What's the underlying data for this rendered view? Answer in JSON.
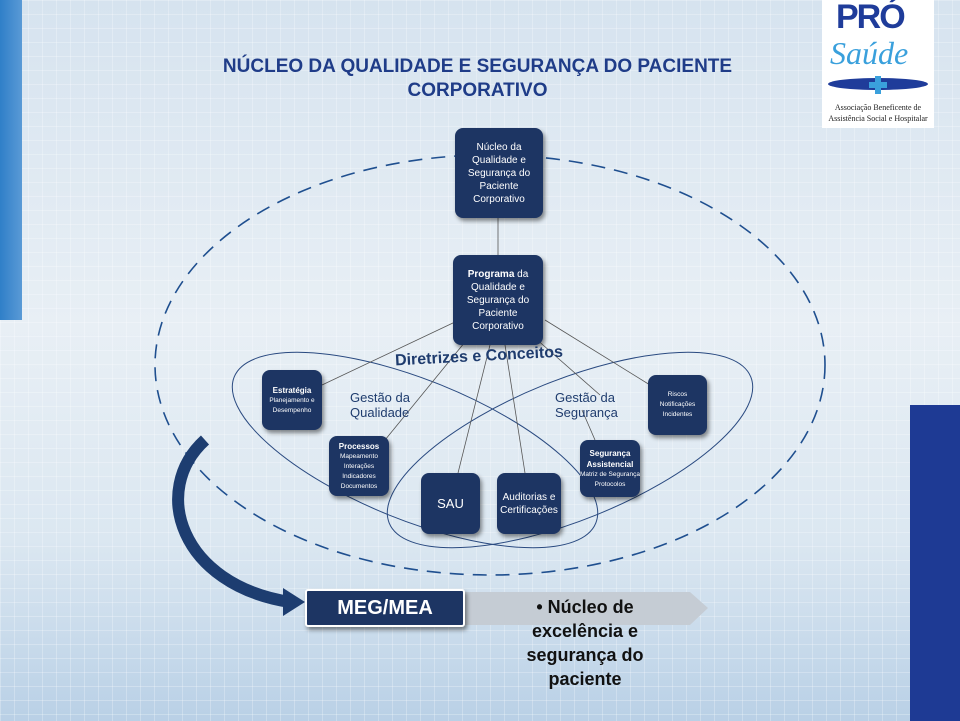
{
  "title": "NÚCLEO DA QUALIDADE E SEGURANÇA DO PACIENTE CORPORATIVO",
  "logo": {
    "top": "PRÓ",
    "script": "Saúde",
    "caption": "Associação Beneficente de Assistência Social e Hospitalar"
  },
  "diagram": {
    "nucleo": "Núcleo da Qualidade e Segurança do Paciente Corporativo",
    "programa_bold": "Programa",
    "programa_rest": "da Qualidade e Segurança do Paciente Corporativo",
    "diretrizes": "Diretrizes e Conceitos",
    "gestao_qualidade": "Gestão da Qualidade",
    "gestao_seguranca": "Gestão da Segurança",
    "estrategia": {
      "title": "Estratégia",
      "items": "Planejamento e Desempenho"
    },
    "processos": {
      "title": "Processos",
      "items": [
        "Mapeamento",
        "Interações",
        "Indicadores",
        "Documentos"
      ]
    },
    "sau": "SAU",
    "auditorias": "Auditorias e Certificações",
    "seguranca": {
      "title": "Segurança Assistencial",
      "items": [
        "Matriz de Segurança",
        "Protocolos"
      ]
    },
    "riscos": {
      "items": [
        "Riscos",
        "Notificações Incidentes"
      ]
    }
  },
  "meg": "MEG/MEA",
  "bullet": "Núcleo de excelência e segurança do paciente"
}
